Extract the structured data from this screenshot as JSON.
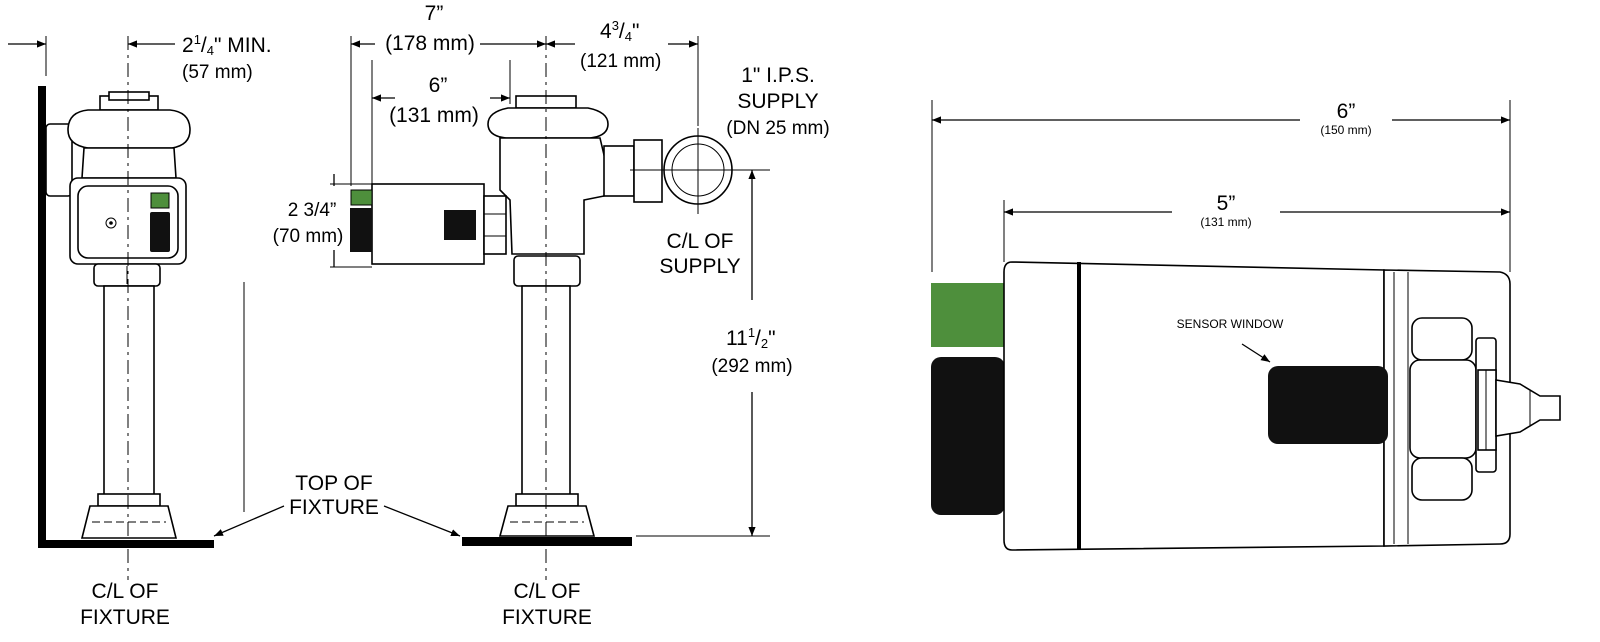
{
  "colors": {
    "sensor_green": "#4e8f3c",
    "sensor_black": "#111111",
    "line": "#000000",
    "background": "#ffffff"
  },
  "labels": {
    "min_clearance": {
      "whole": "2",
      "frac_num": "1",
      "frac_den": "4",
      "unit_suffix": "\" MIN.",
      "metric": "(57 mm)"
    },
    "overall_depth": {
      "imperial": "7”",
      "metric": "(178 mm)"
    },
    "body_depth": {
      "imperial": "6”",
      "metric": "(131 mm)"
    },
    "supply_offset": {
      "whole": "4",
      "frac_num": "3",
      "frac_den": "4",
      "unit_suffix": "\"",
      "metric": "(121 mm)"
    },
    "supply": {
      "line1": "1\" I.P.S.",
      "line2": "SUPPLY",
      "metric": "(DN 25 mm)"
    },
    "cl_supply": {
      "line1": "C/L OF",
      "line2": "SUPPLY"
    },
    "sensor_height": {
      "imperial": "2 3/4”",
      "metric": "(70 mm)"
    },
    "rough_in": {
      "whole": "11",
      "frac_num": "1",
      "frac_den": "2",
      "unit_suffix": "\"",
      "metric": "(292 mm)"
    },
    "top_of_fixture": {
      "line1": "TOP OF",
      "line2": "FIXTURE"
    },
    "cl_fixture_left": {
      "line1": "C/L OF",
      "line2": "FIXTURE"
    },
    "cl_fixture_center": {
      "line1": "C/L OF",
      "line2": "FIXTURE"
    },
    "detail_overall": {
      "imperial": "6”",
      "metric": "(150 mm)"
    },
    "detail_body": {
      "imperial": "5”",
      "metric": "(131 mm)"
    },
    "sensor_window": "SENSOR WINDOW"
  }
}
